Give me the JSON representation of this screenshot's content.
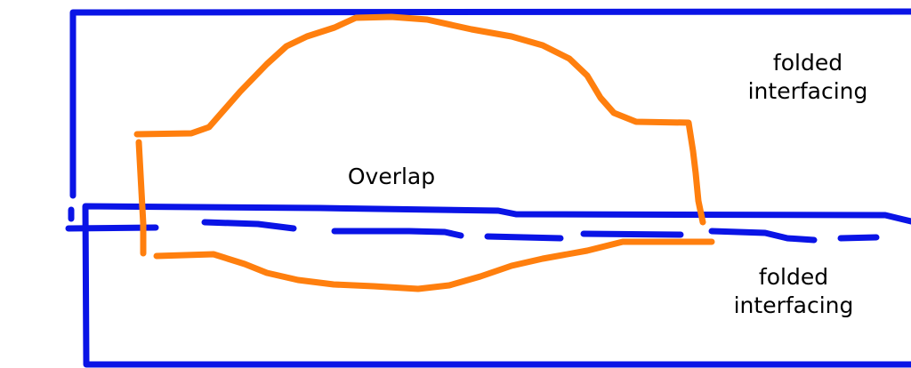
{
  "labels": {
    "top_interfacing": [
      "folded",
      "interfacing"
    ],
    "overlap": "Overlap",
    "bottom_interfacing": [
      "folded",
      "interfacing"
    ]
  },
  "colors": {
    "interfacing_outline": "#0a14e6",
    "pattern_piece": "#ff7f0e",
    "background": "#ffffff",
    "text": "#000000"
  }
}
